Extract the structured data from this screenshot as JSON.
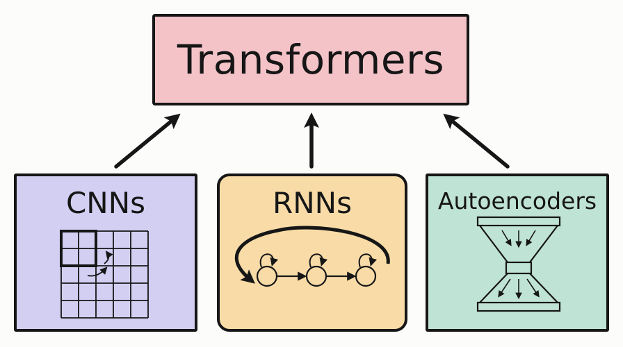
{
  "top": {
    "label": "Transformers",
    "fill": "#f3c3c8"
  },
  "children": [
    {
      "label": "CNNs",
      "fill": "#d3cff2",
      "icon": "grid-convolution-icon"
    },
    {
      "label": "RNNs",
      "fill": "#f8dba7",
      "icon": "recurrent-loop-icon"
    },
    {
      "label": "Autoencoders",
      "fill": "#bfe3d5",
      "icon": "hourglass-bottleneck-icon"
    }
  ],
  "stroke": "#161616"
}
